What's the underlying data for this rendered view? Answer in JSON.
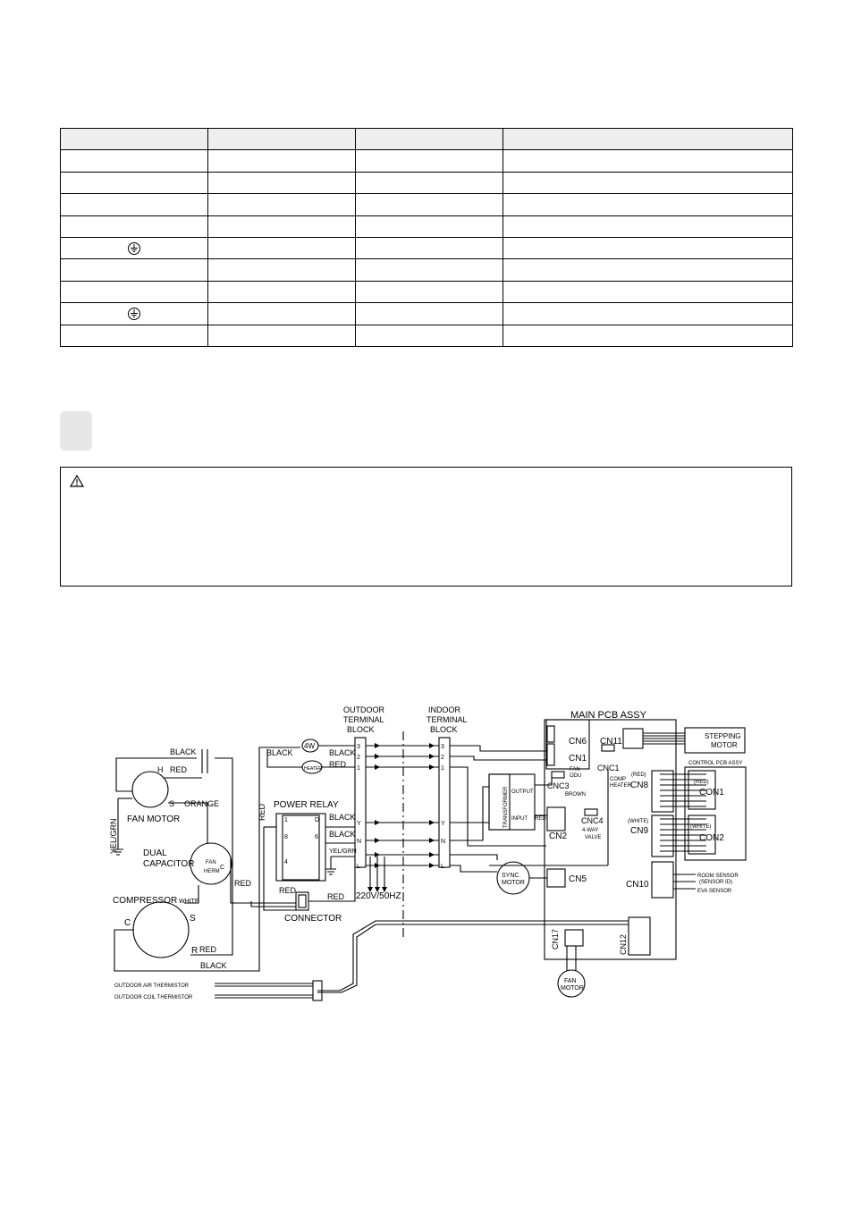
{
  "table": {
    "columns": 4,
    "rows": 10,
    "ground_rows": [
      5,
      8
    ]
  },
  "diagram": {
    "outdoor_terminal_block": [
      "OUTDOOR",
      "TERMINAL",
      "BLOCK"
    ],
    "indoor_terminal_block": [
      "INDOOR",
      "TERMINAL",
      "BLOCK"
    ],
    "main_pcb": "MAIN PCB ASSY",
    "control_pcb": "CONTROL PCB ASSY",
    "fan_motor": "FAN MOTOR",
    "dual_capacitor": [
      "DUAL",
      "CAPACITOR"
    ],
    "capacitor_fan": "FAN",
    "capacitor_herm": "HERM",
    "capacitor_c": "C",
    "compressor": "COMPRESSOR",
    "power_relay": "POWER RELAY",
    "connector": "CONNECTOR",
    "power": "220V/50HZ",
    "sync_motor": [
      "SYNC.",
      "MOTOR"
    ],
    "stepping_motor": [
      "STEPPING",
      "MOTOR"
    ],
    "indoor_fan_motor": [
      "FAN",
      "MOTOR"
    ],
    "room_sensor": [
      "ROOM SENSOR",
      "(SENSOR ID)"
    ],
    "eva_sensor": "EVA SENSOR",
    "outdoor_air_thermistor": "OUTDOOR AIR THERMISTOR",
    "outdoor_coil_thermistor": "OUTDOOR COIL THERMISTOR",
    "transformer": "TRANSFORMER",
    "output": "OUTPUT",
    "input": "INPUT",
    "fan_odu": [
      "FAN",
      "ODU"
    ],
    "comp_heater": [
      "COMP",
      "HEATER"
    ],
    "four_way_valve": [
      "4-WAY",
      "VALVE"
    ],
    "brown": "BROWN",
    "red_paren": "(RED)",
    "white_paren": "(WHITE)",
    "heater": "HEATER",
    "four_w": "4W",
    "wires": {
      "black": "BLACK",
      "red": "RED",
      "orange": "ORANGE",
      "white": "WHITE",
      "yel_grn": "YEL/GRN"
    },
    "terminals": {
      "t3": "3",
      "t2": "2",
      "t1": "1",
      "tY": "Y",
      "tN": "N",
      "tL": "L"
    },
    "connectors": {
      "cn1": "CN1",
      "cn2": "CN2",
      "cn5": "CN5",
      "cn6": "CN6",
      "cn8": "CN8",
      "cn9": "CN9",
      "cn10": "CN10",
      "cn11": "CN11",
      "cn12": "CN12",
      "cn17": "CN17",
      "cnc1": "CNC1",
      "cnc3": "CNC3",
      "cnc4": "CNC4",
      "con1": "CON1",
      "con2": "CON2"
    },
    "compressor_pins": {
      "c": "C",
      "s": "S",
      "r": "R"
    },
    "fan_motor_pins": {
      "h": "H",
      "s": "S"
    },
    "relay_pins": {
      "p1": "1",
      "p4": "4",
      "p6": "6",
      "p8": "8",
      "pD": "D"
    }
  }
}
